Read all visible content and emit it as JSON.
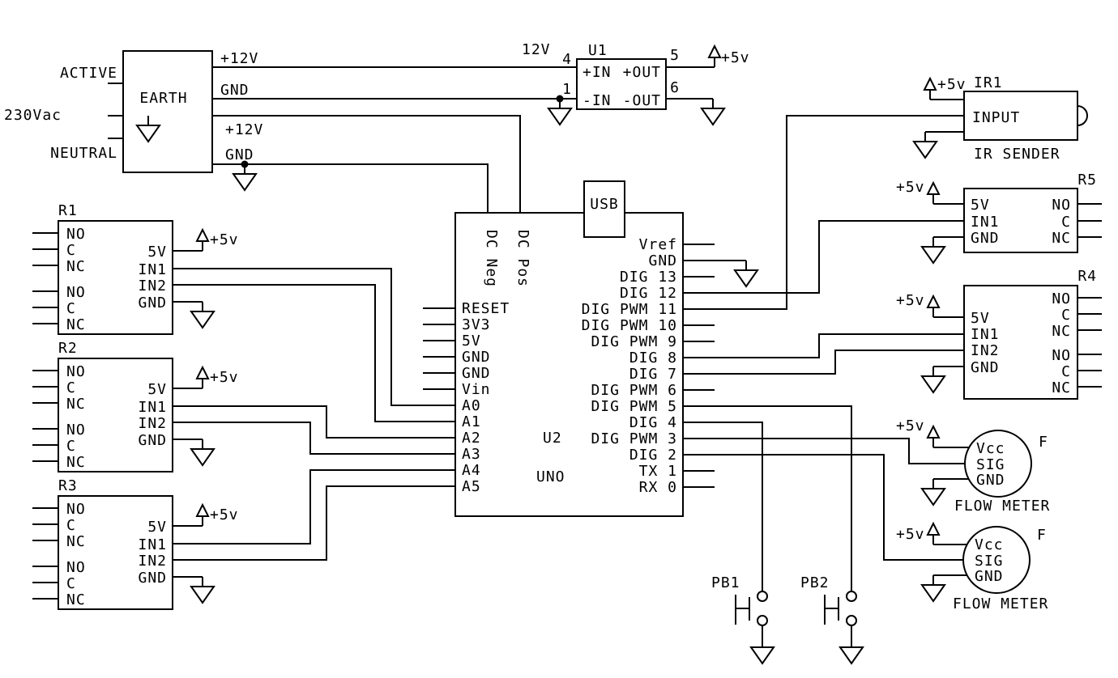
{
  "colors": {
    "ink": "#000000",
    "paper": "#ffffff"
  },
  "mains_block": {
    "label": "EARTH",
    "inputs": [
      "ACTIVE",
      "230Vac",
      "NEUTRAL"
    ],
    "outputs": [
      "+12V",
      "GND",
      "+12V",
      "GND"
    ]
  },
  "regulator": {
    "ref": "U1",
    "rail_in": "12V",
    "rail_out": "+5v",
    "pin_numbers": [
      "4",
      "1",
      "5",
      "6"
    ],
    "pins": [
      "+IN",
      "-IN",
      "+OUT",
      "-OUT"
    ]
  },
  "mcu": {
    "ref": "U2",
    "board": "UNO",
    "usb": "USB",
    "dc_neg": "DC Neg",
    "dc_pos": "DC Pos",
    "left_pins": [
      "RESET",
      "3V3",
      "5V",
      "GND",
      "GND",
      "Vin",
      "A0",
      "A1",
      "A2",
      "A3",
      "A4",
      "A5"
    ],
    "right_pins": [
      "Vref",
      "GND",
      "DIG 13",
      "DIG 12",
      "DIG PWM 11",
      "DIG PWM 10",
      "DIG PWM 9",
      "DIG 8",
      "DIG 7",
      "DIG PWM 6",
      "DIG PWM 5",
      "DIG 4",
      "DIG PWM 3",
      "DIG 2",
      "TX 1",
      "RX 0"
    ]
  },
  "relays": {
    "r1": {
      "ref": "R1",
      "rail": "+5v",
      "contacts": [
        "NO",
        "C",
        "NC",
        "NO",
        "C",
        "NC"
      ],
      "pins": [
        "5V",
        "IN1",
        "IN2",
        "GND"
      ]
    },
    "r2": {
      "ref": "R2",
      "rail": "+5v",
      "contacts": [
        "NO",
        "C",
        "NC",
        "NO",
        "C",
        "NC"
      ],
      "pins": [
        "5V",
        "IN1",
        "IN2",
        "GND"
      ]
    },
    "r3": {
      "ref": "R3",
      "rail": "+5v",
      "contacts": [
        "NO",
        "C",
        "NC",
        "NO",
        "C",
        "NC"
      ],
      "pins": [
        "5V",
        "IN1",
        "IN2",
        "GND"
      ]
    },
    "r4": {
      "ref": "R4",
      "rail": "+5v",
      "contacts": [
        "NO",
        "C",
        "NC",
        "NO",
        "C",
        "NC"
      ],
      "pins": [
        "5V",
        "IN1",
        "IN2",
        "GND"
      ]
    },
    "r5": {
      "ref": "R5",
      "rail": "+5v",
      "contacts": [
        "NO",
        "C",
        "NC"
      ],
      "pins": [
        "5V",
        "IN1",
        "GND"
      ]
    }
  },
  "ir_sender": {
    "ref": "IR1",
    "rail": "+5v",
    "pin": "INPUT",
    "caption": "IR SENDER"
  },
  "flow_meters": [
    {
      "rail": "+5v",
      "pins": [
        "Vcc",
        "SIG",
        "GND"
      ],
      "designator": "F",
      "caption": "FLOW METER"
    },
    {
      "rail": "+5v",
      "pins": [
        "Vcc",
        "SIG",
        "GND"
      ],
      "designator": "F",
      "caption": "FLOW METER"
    }
  ],
  "push_buttons": [
    {
      "ref": "PB1"
    },
    {
      "ref": "PB2"
    }
  ]
}
